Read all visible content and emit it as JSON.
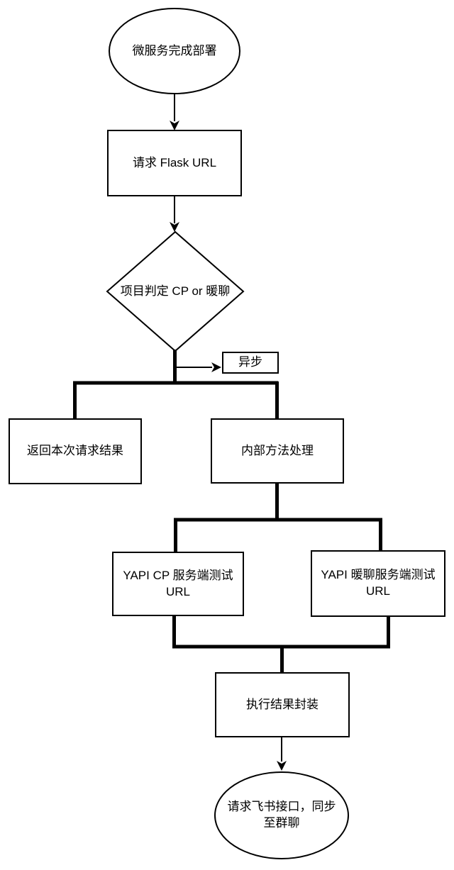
{
  "diagram": {
    "title": "microservice-deploy-test-flowchart",
    "colors": {
      "stroke": "#000000",
      "fill": "#ffffff",
      "text": "#000000"
    },
    "nodes": [
      {
        "id": "start",
        "type": "ellipse",
        "label": "微服务完成部署"
      },
      {
        "id": "flask",
        "type": "rect",
        "label": "请求 Flask URL"
      },
      {
        "id": "decision",
        "type": "diamond",
        "label": "项目判定 CP or 暖聊"
      },
      {
        "id": "async",
        "type": "rect",
        "label": "异步"
      },
      {
        "id": "return",
        "type": "rect",
        "label": "返回本次请求结果"
      },
      {
        "id": "internal",
        "type": "rect",
        "label": "内部方法处理"
      },
      {
        "id": "yapi_cp",
        "type": "rect",
        "label": "YAPI CP 服务端测试 URL"
      },
      {
        "id": "yapi_nuanliao",
        "type": "rect",
        "label": "YAPI 暖聊服务端测试 URL"
      },
      {
        "id": "package",
        "type": "rect",
        "label": "执行结果封装"
      },
      {
        "id": "end",
        "type": "ellipse",
        "label": "请求飞书接口，同步至群聊"
      }
    ],
    "edges": [
      {
        "from": "start",
        "to": "flask",
        "style": "thin-arrow"
      },
      {
        "from": "flask",
        "to": "decision",
        "style": "thin-arrow"
      },
      {
        "from": "decision",
        "to": "async",
        "style": "thin-arrow"
      },
      {
        "from": "decision",
        "to": "return",
        "style": "thick"
      },
      {
        "from": "decision",
        "to": "internal",
        "style": "thick"
      },
      {
        "from": "internal",
        "to": "yapi_cp",
        "style": "thick"
      },
      {
        "from": "internal",
        "to": "yapi_nuanliao",
        "style": "thick"
      },
      {
        "from": "yapi_cp",
        "to": "package",
        "style": "thick"
      },
      {
        "from": "yapi_nuanliao",
        "to": "package",
        "style": "thick"
      },
      {
        "from": "package",
        "to": "end",
        "style": "thin-arrow"
      }
    ]
  }
}
